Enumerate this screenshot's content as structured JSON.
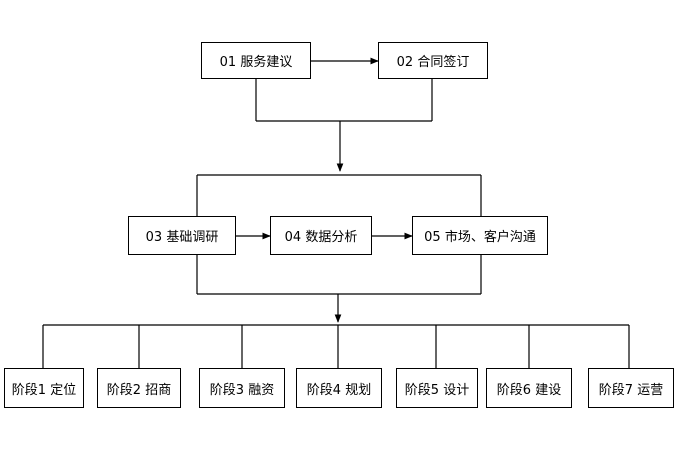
{
  "nodes": {
    "n01": "01 服务建议",
    "n02": "02 合同签订",
    "n03": "03 基础调研",
    "n04": "04 数据分析",
    "n05": "05 市场、客户沟通",
    "stage1": "阶段1 定位",
    "stage2": "阶段2 招商",
    "stage3": "阶段3 融资",
    "stage4": "阶段4 规划",
    "stage5": "阶段5 设计",
    "stage6": "阶段6 建设",
    "stage7": "阶段7 运营"
  }
}
